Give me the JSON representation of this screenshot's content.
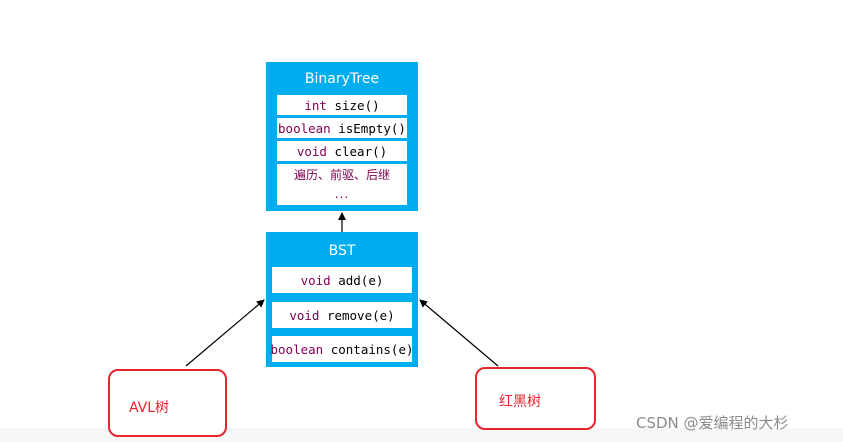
{
  "binary_tree": {
    "title": "BinaryTree",
    "methods": [
      {
        "kw": "int",
        "rest": " size()"
      },
      {
        "kw": "boolean",
        "rest": " isEmpty()"
      },
      {
        "kw": "void",
        "rest": " clear()"
      }
    ],
    "traversal_text": "遍历、前驱、后继",
    "ellipsis": "..."
  },
  "bst": {
    "title": "BST",
    "methods": [
      {
        "kw": "void",
        "rest": " add(e)"
      },
      {
        "kw": "void",
        "rest": " remove(e)"
      },
      {
        "kw": "boolean",
        "rest": " contains(e)"
      }
    ]
  },
  "subclasses": {
    "avl": "AVL树",
    "rbt": "红黑树"
  },
  "watermark": "CSDN @爱编程的大杉",
  "colors": {
    "class_fill": "#00aeef",
    "keyword": "#7f0055",
    "subclass_border": "#e8242d"
  }
}
